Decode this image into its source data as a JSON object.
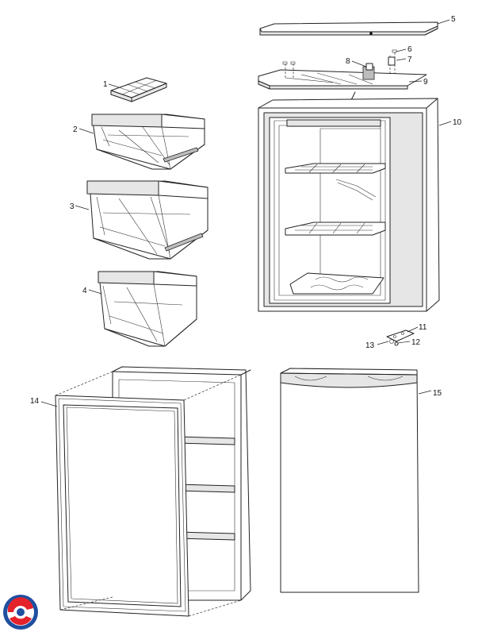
{
  "diagram": {
    "parts": [
      {
        "id": "1"
      },
      {
        "id": "2"
      },
      {
        "id": "3"
      },
      {
        "id": "4"
      },
      {
        "id": "5"
      },
      {
        "id": "6"
      },
      {
        "id": "7"
      },
      {
        "id": "8"
      },
      {
        "id": "9"
      },
      {
        "id": "10"
      },
      {
        "id": "11"
      },
      {
        "id": "12"
      },
      {
        "id": "13"
      },
      {
        "id": "14"
      },
      {
        "id": "15"
      }
    ]
  },
  "logo": {
    "name": "brand-logo",
    "colors": [
      "#e4222b",
      "#1f4fa0"
    ]
  },
  "colors": {
    "line": "#222222",
    "background": "#ffffff"
  }
}
